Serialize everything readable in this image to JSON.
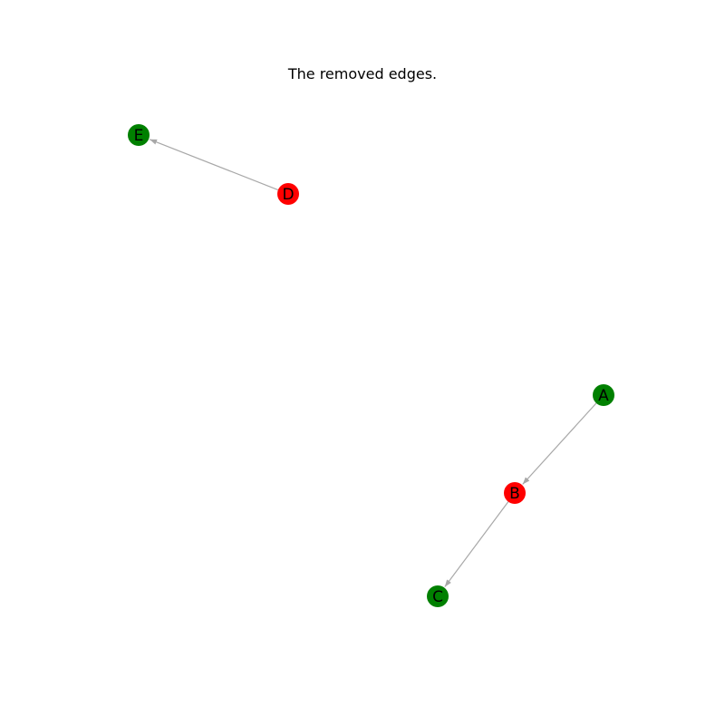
{
  "title": "The removed edges.",
  "colors": {
    "highlight": "#ff0000",
    "normal": "#008000",
    "edge": "#a8a8a8"
  },
  "nodes": [
    {
      "id": "A",
      "label": "A",
      "status": "normal"
    },
    {
      "id": "B",
      "label": "B",
      "status": "highlight"
    },
    {
      "id": "C",
      "label": "C",
      "status": "normal"
    },
    {
      "id": "D",
      "label": "D",
      "status": "highlight"
    },
    {
      "id": "E",
      "label": "E",
      "status": "normal"
    }
  ],
  "edges": [
    {
      "from": "A",
      "to": "B",
      "directed": true
    },
    {
      "from": "B",
      "to": "C",
      "directed": true
    },
    {
      "from": "D",
      "to": "E",
      "directed": true
    }
  ]
}
